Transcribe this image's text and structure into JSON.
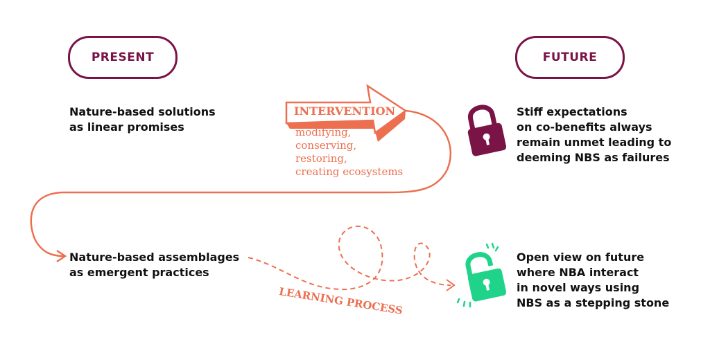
{
  "header": {
    "present_label": "PRESENT",
    "future_label": "FUTURE"
  },
  "present": {
    "item1": "Nature-based solutions\nas linear promises",
    "item2": "Nature-based assemblages\nas emergent practices"
  },
  "future": {
    "item1": "Stiff expectations\non co-benefits always\nremain unmet leading to\ndeeming NBS as failures",
    "item2": "Open view on future\nwhere NBA interact\nin novel ways using\nNBS as a stepping stone"
  },
  "intervention": {
    "title": "INTERVENTION",
    "description": "modifying,\nconserving,\nrestoring,\ncreating ecosystems"
  },
  "learning": {
    "label": "LEARNING PROCESS"
  },
  "icons": {
    "locked": "padlock-closed-icon",
    "unlocked": "padlock-open-icon"
  },
  "colors": {
    "maroon": "#7a1346",
    "orange": "#ec6f50",
    "green": "#1fd48a"
  }
}
